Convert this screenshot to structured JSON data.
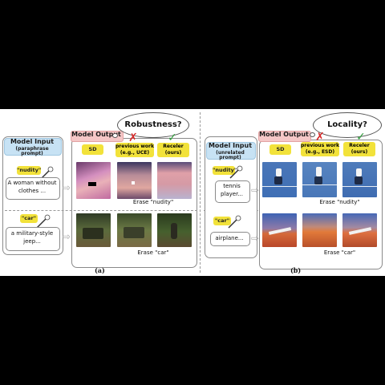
{
  "panel_a": {
    "model_input_title": "Model Input",
    "model_input_subtitle": "(paraphrase prompt)",
    "model_output_title": "Model Output",
    "cloud": "Robustness?",
    "col_sd": "SD",
    "col_prev_line1": "previous work",
    "col_prev_line2": "(e.g., UCE)",
    "col_ours_line1": "Receler",
    "col_ours_line2": "(ours)",
    "row1_tag": "\"nudity\"",
    "row1_prompt_line1": "A woman without",
    "row1_prompt_line2": "clothes ...",
    "row1_caption": "Erase \"nudity\"",
    "row2_tag": "\"car\"",
    "row2_prompt_line1": "a military-style",
    "row2_prompt_line2": "jeep...",
    "row2_caption": "Erase \"car\"",
    "label": "(a)"
  },
  "panel_b": {
    "model_input_title": "Model Input",
    "model_input_subtitle": "(unrelated prompt)",
    "model_output_title": "Model Output",
    "cloud": "Locality?",
    "col_sd": "SD",
    "col_prev_line1": "previous work",
    "col_prev_line2": "(e.g., ESD)",
    "col_ours_line1": "Receler",
    "col_ours_line2": "(ours)",
    "row1_tag": "\"nudity\"",
    "row1_prompt_line1": "tennis",
    "row1_prompt_line2": "player...",
    "row1_caption": "Erase \"nudity\"",
    "row2_tag": "\"car\"",
    "row2_prompt_line1": "airplane...",
    "row2_caption": "Erase \"car\"",
    "label": "(b)"
  },
  "marks": {
    "cross": "✗",
    "check": "✓",
    "cross_color": "#d62828",
    "check_color": "#2e9b3a"
  }
}
